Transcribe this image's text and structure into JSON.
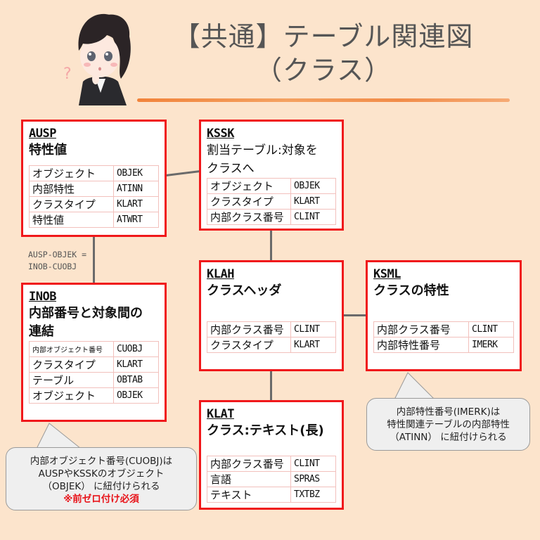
{
  "header": {
    "title_line1": "【共通】テーブル関連図",
    "title_line2": "（クラス）",
    "character": "thinking-girl-illustration"
  },
  "tables": {
    "ausp": {
      "code": "AUSP",
      "name": "特性値",
      "fields": [
        {
          "label": "オブジェクト",
          "field": "OBJEK"
        },
        {
          "label": "内部特性",
          "field": "ATINN"
        },
        {
          "label": "クラスタイプ",
          "field": "KLART"
        },
        {
          "label": "特性値",
          "field": "ATWRT"
        }
      ]
    },
    "kssk": {
      "code": "KSSK",
      "name_line1": "割当テーブル:対象を",
      "name_line2": "クラスへ",
      "fields": [
        {
          "label": "オブジェクト",
          "field": "OBJEK"
        },
        {
          "label": "クラスタイプ",
          "field": "KLART"
        },
        {
          "label": "内部クラス番号",
          "field": "CLINT"
        }
      ]
    },
    "inob": {
      "code": "INOB",
      "name_line1": "内部番号と対象間の",
      "name_line2": "連結",
      "fields": [
        {
          "label": "内部オブジェクト番号",
          "field": "CUOBJ"
        },
        {
          "label": "クラスタイプ",
          "field": "KLART"
        },
        {
          "label": "テーブル",
          "field": "OBTAB"
        },
        {
          "label": "オブジェクト",
          "field": "OBJEK"
        }
      ]
    },
    "klah": {
      "code": "KLAH",
      "name": "クラスヘッダ",
      "fields": [
        {
          "label": "内部クラス番号",
          "field": "CLINT"
        },
        {
          "label": "クラスタイプ",
          "field": "KLART"
        }
      ]
    },
    "ksml": {
      "code": "KSML",
      "name": "クラスの特性",
      "fields": [
        {
          "label": "内部クラス番号",
          "field": "CLINT"
        },
        {
          "label": "内部特性番号",
          "field": "IMERK"
        }
      ]
    },
    "klat": {
      "code": "KLAT",
      "name": "クラス:テキスト(長)",
      "fields": [
        {
          "label": "内部クラス番号",
          "field": "CLINT"
        },
        {
          "label": "言語",
          "field": "SPRAS"
        },
        {
          "label": "テキスト",
          "field": "TXTBZ"
        }
      ]
    }
  },
  "relations": {
    "ausp_inob_label_line1": "AUSP-OBJEK =",
    "ausp_inob_label_line2": "INOB-CUOBJ"
  },
  "notes": {
    "inob_note": {
      "line1": "内部オブジェクト番号(CUOBJ)は",
      "line2": "AUSPやKSSKのオブジェクト",
      "line3": "（OBJEK） に紐付けられる",
      "warning": "※前ゼロ付け必須"
    },
    "ksml_note": {
      "line1": "内部特性番号(IMERK)は",
      "line2": "特性関連テーブルの内部特性",
      "line3": "（ATINN） に紐付けられる"
    }
  },
  "colors": {
    "background": "#fce4cc",
    "box_border": "#f0181b",
    "connector": "#6a6a6a",
    "brush_underline": "#f0782a",
    "warning_text": "#e8141a"
  }
}
